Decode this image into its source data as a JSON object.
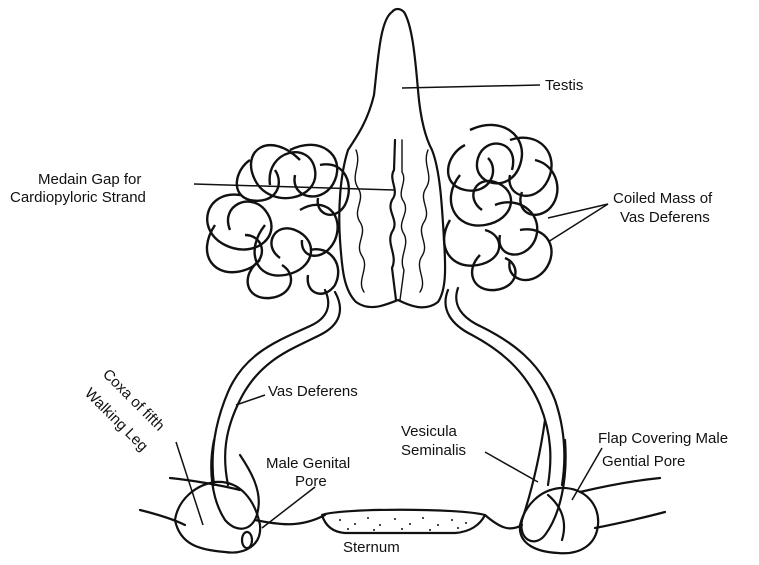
{
  "labels": {
    "testis": "Testis",
    "median_gap_line1": "Medain Gap for",
    "median_gap_line2": "Cardiopyloric Strand",
    "coiled_mass_line1": "Coiled Mass of",
    "coiled_mass_line2": "Vas Deferens",
    "coxa_line1": "Coxa of fifth",
    "coxa_line2": "Walking Leg",
    "vas_deferens": "Vas Deferens",
    "male_genital_pore_line1": "Male Genital",
    "male_genital_pore_line2": "Pore",
    "vesicula_line1": "Vesicula",
    "vesicula_line2": "Seminalis",
    "flap_line1": "Flap Covering Male",
    "flap_line2": "Gential Pore",
    "sternum": "Sternum"
  }
}
